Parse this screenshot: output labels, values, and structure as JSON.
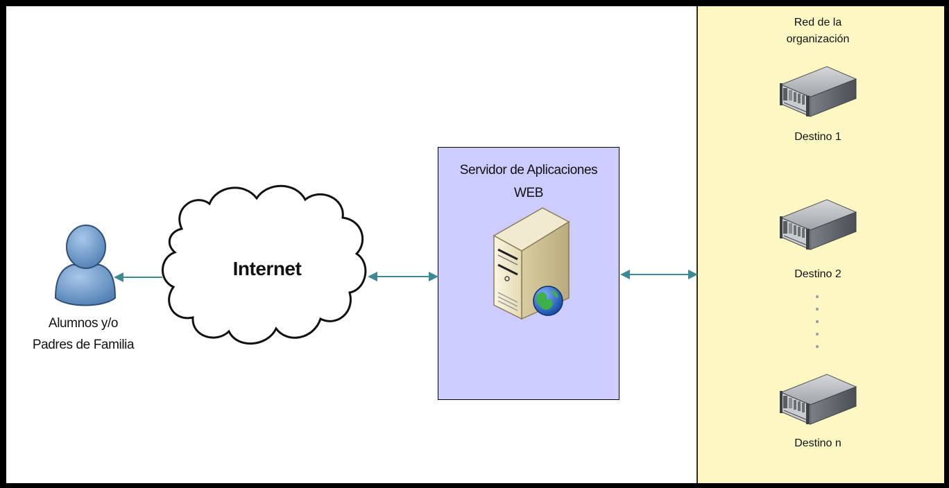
{
  "users": {
    "label_line1": "Alumnos y/o",
    "label_line2": "Padres de Familia"
  },
  "cloud": {
    "label": "Internet"
  },
  "app_server": {
    "label_line1": "Servidor de Aplicaciones",
    "label_line2": "WEB"
  },
  "org_network": {
    "label_line1": "Red de la",
    "label_line2": "organización",
    "destinations": [
      "Destino 1",
      "Destino 2",
      "Destino n"
    ]
  },
  "colors": {
    "arrow": "#3e8a94",
    "app_box": "#ccccff",
    "org_panel": "#fdf8c3",
    "user_icon": "#6d96c4"
  }
}
